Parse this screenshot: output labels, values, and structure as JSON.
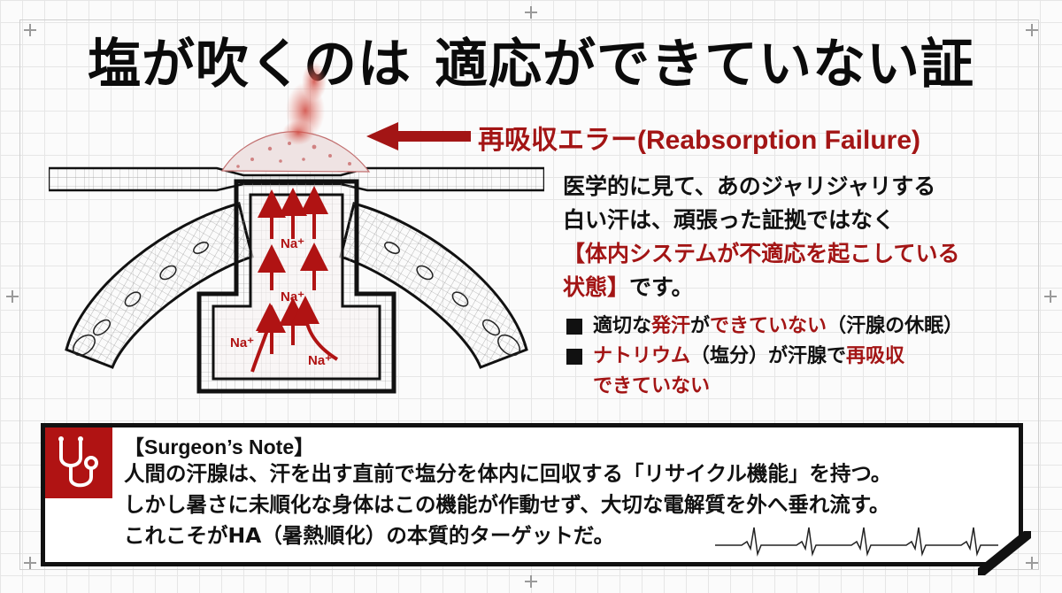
{
  "title": {
    "part1": "塩が吹くのは",
    "part2": "適応ができていない証"
  },
  "callout": {
    "jp": "再吸収エラー",
    "en": "(Reabsorption Failure)"
  },
  "diagram_labels": [
    "Na⁺",
    "Na⁺",
    "Na⁺",
    "Na⁺"
  ],
  "body": {
    "line1": "医学的に見て、あのジャリジャリする",
    "line2": "白い汗は、頑張った証拠ではなく",
    "line3_red": "【体内システムが不適応を起こしている",
    "line4_red": "状態】",
    "line4_rest": "です。"
  },
  "bullets": [
    {
      "parts": [
        {
          "t": "適切な",
          "red": false
        },
        {
          "t": "発汗",
          "red": true
        },
        {
          "t": "が",
          "red": false
        },
        {
          "t": "できていない",
          "red": true
        },
        {
          "t": "（汗腺の休眠）",
          "red": false
        }
      ]
    },
    {
      "parts": [
        {
          "t": "ナトリウム",
          "red": true
        },
        {
          "t": "（塩分）が汗腺で",
          "red": false
        },
        {
          "t": "再吸収",
          "red": true
        }
      ],
      "cont": "できていない"
    }
  ],
  "note": {
    "title": "【Surgeon’s Note】",
    "lines": [
      "人間の汗腺は、汗を出す直前で塩分を体内に回収する「リサイクル機能」を持つ。",
      "しかし暑さに未順化な身体はこの機能が作動せず、大切な電解質を外へ垂れ流す。",
      "これこそがHA（暑熱順化）の本質的ターゲットだ。"
    ]
  },
  "colors": {
    "accent_red": "#a31515",
    "icon_bg": "#b01313",
    "ink": "#111111"
  },
  "icons": {
    "note": "stethoscope-icon",
    "callout": "left-arrow-icon",
    "bullet": "square-bullet-icon",
    "decor": "ecg-line-icon"
  }
}
